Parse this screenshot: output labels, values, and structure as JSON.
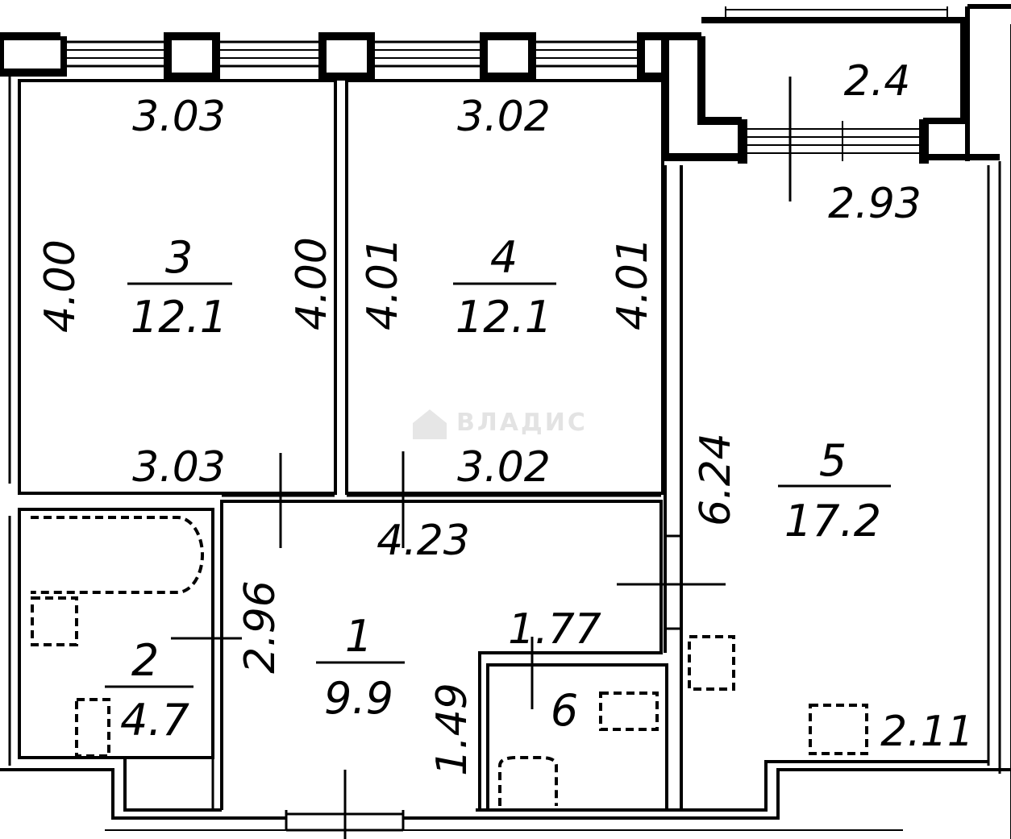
{
  "rooms": [
    {
      "number": "3",
      "area": "12.1"
    },
    {
      "number": "4",
      "area": "12.1"
    },
    {
      "number": "5",
      "area": "17.2"
    },
    {
      "number": "1",
      "area": "9.9"
    },
    {
      "number": "2",
      "area": "4.7"
    },
    {
      "number": "6"
    }
  ],
  "dimensions": {
    "room3_top": "3.03",
    "room3_left": "4.00",
    "room3_right": "4.00",
    "room3_bottom": "3.03",
    "room4_top": "3.02",
    "room4_left": "4.01",
    "room4_right": "4.01",
    "room4_bottom": "3.02",
    "balcony": "2.4",
    "room5_top": "2.93",
    "room5_left": "6.24",
    "room5_bottom_right": "2.11",
    "hall_top": "4.23",
    "hall_left": "2.96",
    "hall_right": "1.77",
    "hall_lower": "1.49"
  },
  "watermark": "ВЛАДИС"
}
